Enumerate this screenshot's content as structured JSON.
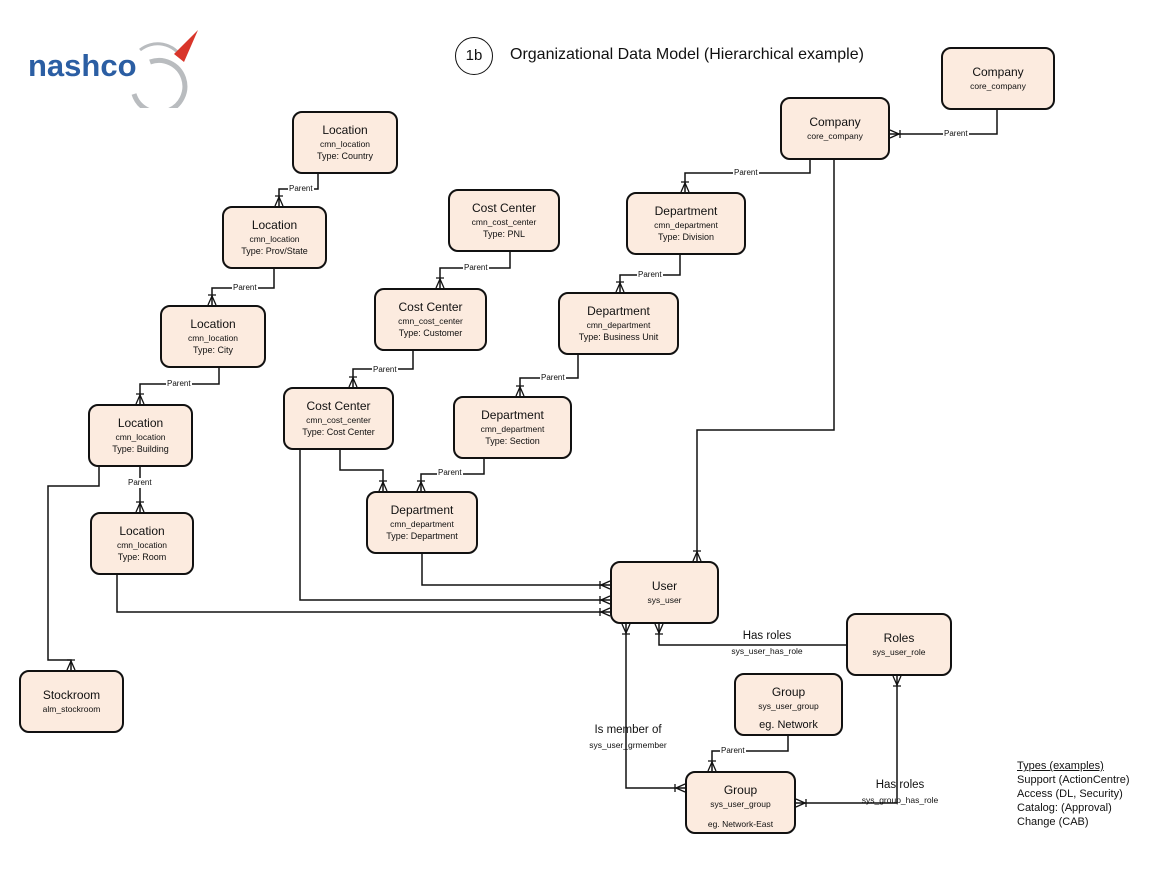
{
  "header": {
    "logo_text": "nashco",
    "badge": "1b",
    "title": "Organizational Data Model (Hierarchical example)"
  },
  "nodes": {
    "loc_country": {
      "title": "Location",
      "table": "cmn_location",
      "type": "Type: Country"
    },
    "loc_prov": {
      "title": "Location",
      "table": "cmn_location",
      "type": "Type: Prov/State"
    },
    "loc_city": {
      "title": "Location",
      "table": "cmn_location",
      "type": "Type: City"
    },
    "loc_building": {
      "title": "Location",
      "table": "cmn_location",
      "type": "Type: Building"
    },
    "loc_room": {
      "title": "Location",
      "table": "cmn_location",
      "type": "Type: Room"
    },
    "stockroom": {
      "title": "Stockroom",
      "table": "alm_stockroom"
    },
    "cc_pnl": {
      "title": "Cost Center",
      "table": "cmn_cost_center",
      "type": "Type: PNL"
    },
    "cc_customer": {
      "title": "Cost Center",
      "table": "cmn_cost_center",
      "type": "Type: Customer"
    },
    "cc_costcenter": {
      "title": "Cost Center",
      "table": "cmn_cost_center",
      "type": "Type: Cost Center"
    },
    "dept_division": {
      "title": "Department",
      "table": "cmn_department",
      "type": "Type: Division"
    },
    "dept_bu": {
      "title": "Department",
      "table": "cmn_department",
      "type": "Type: Business Unit"
    },
    "dept_section": {
      "title": "Department",
      "table": "cmn_department",
      "type": "Type: Section"
    },
    "dept_department": {
      "title": "Department",
      "table": "cmn_department",
      "type": "Type: Department"
    },
    "company_parent": {
      "title": "Company",
      "table": "core_company"
    },
    "company": {
      "title": "Company",
      "table": "core_company"
    },
    "user": {
      "title": "User",
      "table": "sys_user"
    },
    "roles": {
      "title": "Roles",
      "table": "sys_user_role"
    },
    "group_network": {
      "title": "Group",
      "table": "sys_user_group",
      "example": "eg. Network"
    },
    "group_east": {
      "title": "Group",
      "table": "sys_user_group",
      "example": "eg. Network-East"
    }
  },
  "parent_label": "Parent",
  "relations": {
    "user_roles": {
      "label": "Has roles",
      "table": "sys_user_has_role"
    },
    "user_group": {
      "label": "Is member of",
      "table": "sys_user_grmember"
    },
    "group_roles": {
      "label": "Has roles",
      "table": "sys_group_has_role"
    }
  },
  "legend": {
    "heading": "Types (examples)",
    "items": [
      "Support (ActionCentre)",
      "Access (DL, Security)",
      "Catalog: (Approval)",
      "Change (CAB)"
    ]
  },
  "colors": {
    "node_fill": "#fcebdf",
    "logo_blue": "#2b5ea3",
    "logo_red": "#d9352a",
    "logo_gray": "#b9bcbf"
  }
}
